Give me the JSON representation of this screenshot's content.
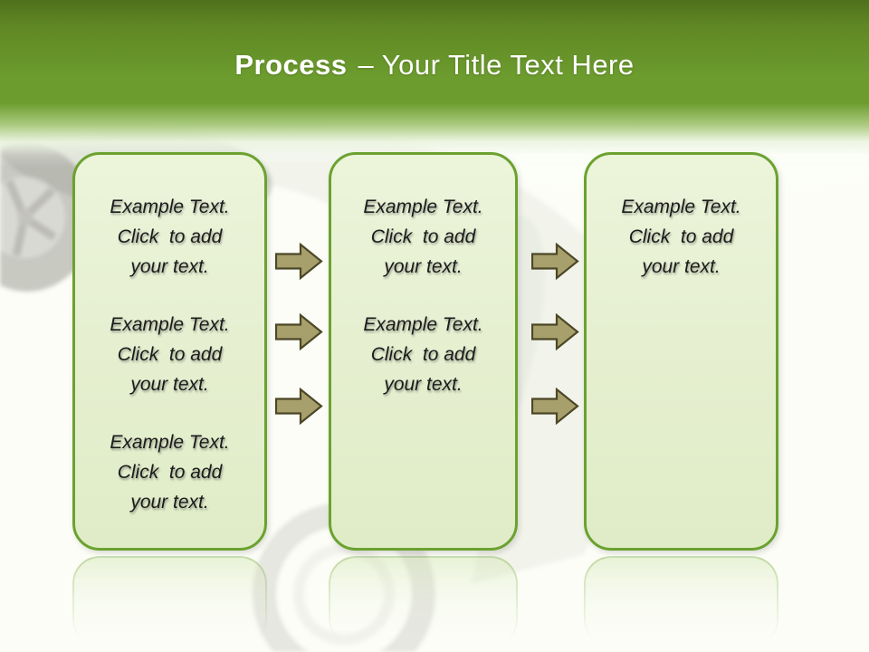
{
  "colors": {
    "header_top": "#4e701c",
    "header_main": "#6c9c2e",
    "page_bg": "#fbfdf6",
    "box_fill": "#e5efcf",
    "box_border": "#6ba22f",
    "arrow_fill": "#a8a06c",
    "arrow_stroke": "#4c4726",
    "title_text": "#ffffff",
    "body_text": "#1b1b1b"
  },
  "header": {
    "title_bold": "Process",
    "title_rest": "– Your Title Text Here"
  },
  "background": {
    "watermark": "car-photo"
  },
  "boxes": [
    {
      "paragraphs": [
        {
          "lines": [
            "Example Text.",
            "Click  to add",
            "your text."
          ]
        },
        {
          "lines": [
            "Example Text.",
            "Click  to add",
            "your text."
          ]
        },
        {
          "lines": [
            "Example Text.",
            "Click  to add",
            "your text."
          ]
        }
      ]
    },
    {
      "paragraphs": [
        {
          "lines": [
            "Example Text.",
            "Click  to add",
            "your text."
          ]
        },
        {
          "lines": [
            "Example Text.",
            "Click  to add",
            "your text."
          ]
        }
      ]
    },
    {
      "paragraphs": [
        {
          "lines": [
            "Example Text.",
            "Click  to add",
            "your text."
          ]
        }
      ]
    }
  ],
  "flow": {
    "arrow_groups": [
      {
        "between": "box-1-and-box-2",
        "count": 3
      },
      {
        "between": "box-2-and-box-3",
        "count": 3
      }
    ]
  }
}
